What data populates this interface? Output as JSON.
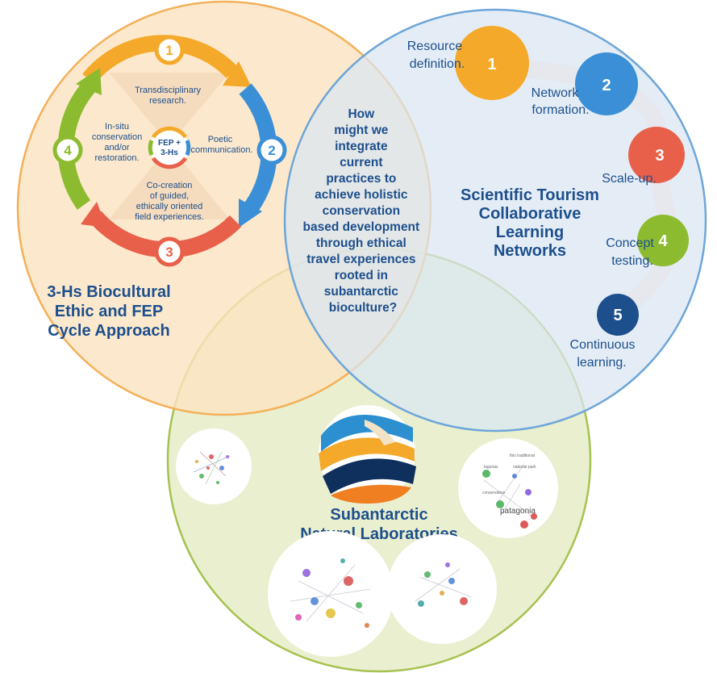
{
  "colors": {
    "orange": "#f28a2e",
    "yellow": "#f5a92a",
    "blue": "#3b8fd6",
    "red": "#e8604a",
    "green": "#8dbb2f",
    "navy": "#1d4f8c",
    "orange_circle_fill": "#fbe3c0",
    "blue_circle_fill": "#d9e6f3",
    "green_circle_fill": "#e6ecc8"
  },
  "central_question": "How might we integrate current practices to achieve holistic conservation based development through ethical travel experiences rooted in subantarctic bioculture?",
  "left_circle": {
    "title_lines": [
      "3-Hs Biocultural",
      "Ethic and FEP",
      "Cycle Approach"
    ],
    "center_label": [
      "FEP +",
      "3-Hs"
    ],
    "cycle": [
      {
        "number": "1",
        "lines": [
          "Transdisciplinary",
          "research."
        ]
      },
      {
        "number": "2",
        "lines": [
          "Poetic",
          "communication."
        ]
      },
      {
        "number": "3",
        "lines": [
          "Co-creation",
          "of guided,",
          "ethically oriented",
          "field experiences."
        ]
      },
      {
        "number": "4",
        "lines": [
          "In-situ",
          "conservation",
          "and/or",
          "restoration."
        ]
      }
    ]
  },
  "right_circle": {
    "title_lines": [
      "Scientific Tourism",
      "Collaborative",
      "Learning",
      "Networks"
    ],
    "steps": [
      {
        "number": "1",
        "lines": [
          "Resource",
          "definition."
        ]
      },
      {
        "number": "2",
        "lines": [
          "Network",
          "formation."
        ]
      },
      {
        "number": "3",
        "lines": [
          "Scale-up."
        ]
      },
      {
        "number": "4",
        "lines": [
          "Concept",
          "testing."
        ]
      },
      {
        "number": "5",
        "lines": [
          "Continuous",
          "learning."
        ]
      }
    ]
  },
  "bottom_circle": {
    "title_lines": [
      "Subantarctic",
      "Natural Laboratories"
    ],
    "network_words": [
      "patagonia",
      "this traditional",
      "lagunas",
      "national park",
      "conservation"
    ]
  }
}
